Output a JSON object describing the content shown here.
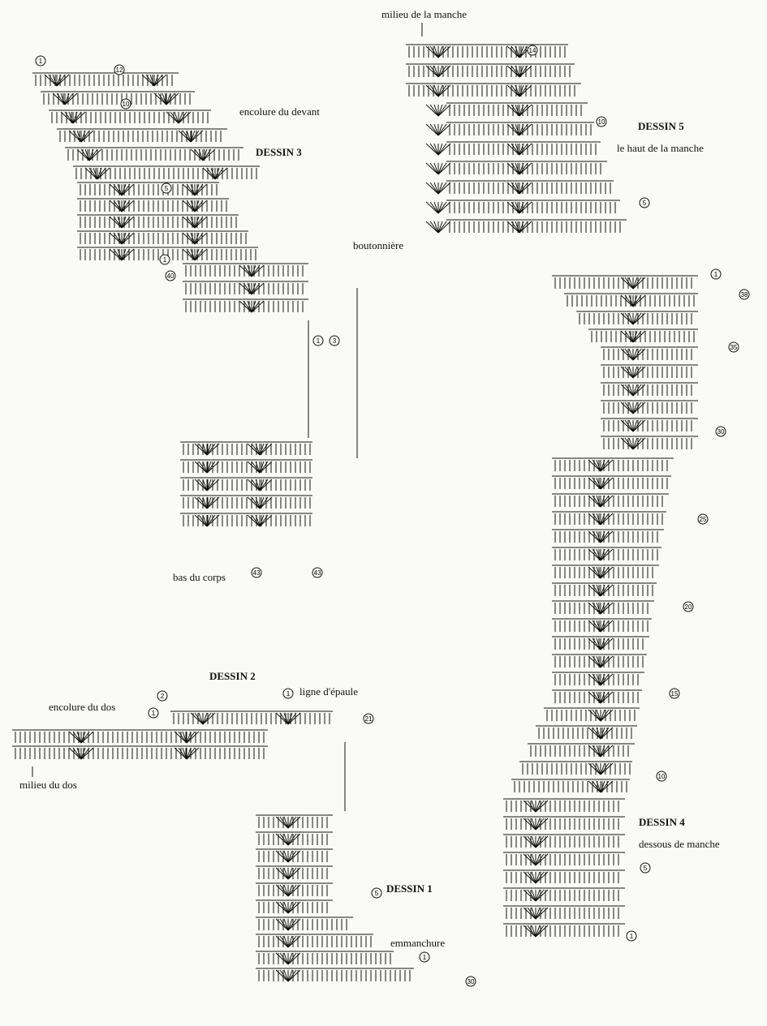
{
  "labels": {
    "sleeve_middle": "milieu de la manche",
    "front_neckline": "encolure du devant",
    "buttonhole": "boutonnière",
    "body_bottom": "bas du corps",
    "back_neckline": "encolure du dos",
    "shoulder_line": "ligne d'épaule",
    "back_middle": "milieu du dos",
    "armhole": "emmanchure",
    "sleeve_top": "le haut de la manche",
    "under_sleeve": "dessous de manche"
  },
  "titles": {
    "dessin1": "DESSIN 1",
    "dessin2": "DESSIN 2",
    "dessin3": "DESSIN 3",
    "dessin4": "DESSIN 4",
    "dessin5": "DESSIN 5"
  },
  "row_markers": {
    "d3": [
      "1",
      "12",
      "10",
      "5",
      "1",
      "40",
      "1",
      "3",
      "43",
      "43"
    ],
    "d2": [
      "2",
      "1",
      "1",
      "21"
    ],
    "d1": [
      "5",
      "1",
      "30"
    ],
    "d5": [
      "14",
      "10",
      "5",
      "1",
      "38",
      "35",
      "30",
      "25",
      "20",
      "15",
      "10",
      "5",
      "1"
    ]
  },
  "colors": {
    "ink": "#111111",
    "paper": "#fafaf8"
  }
}
